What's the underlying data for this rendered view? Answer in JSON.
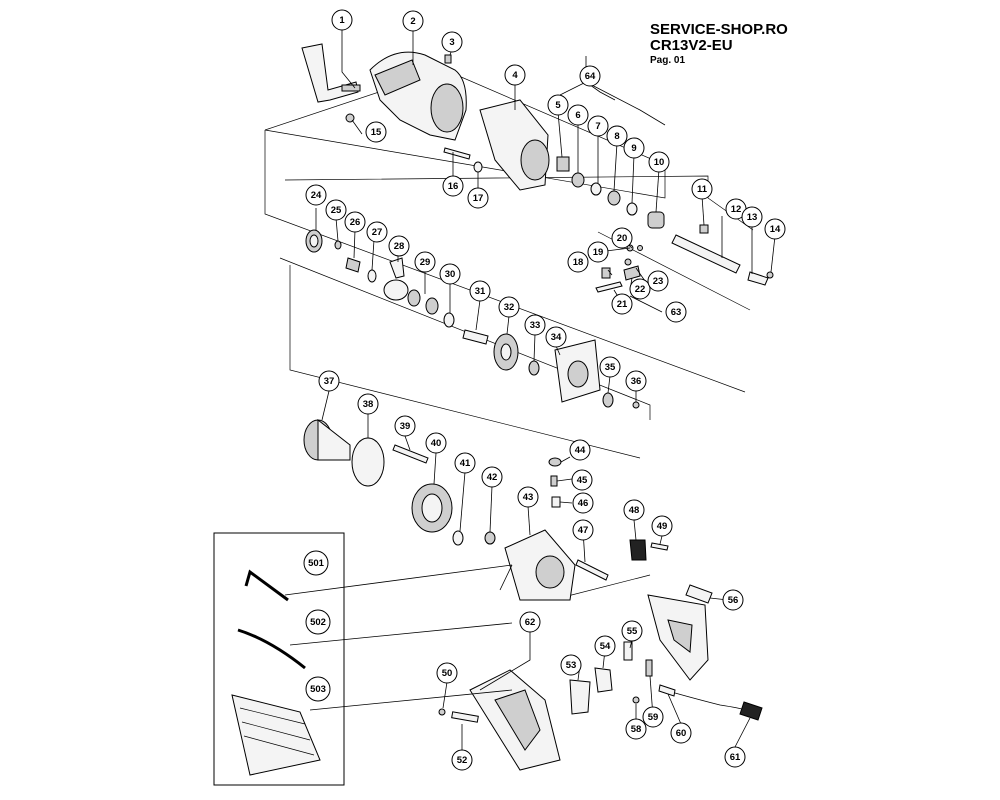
{
  "header": {
    "line1": "SERVICE-SHOP.RO",
    "line2": "CR13V2-EU",
    "line3": "Pag. 01"
  },
  "callouts": [
    "1",
    "2",
    "3",
    "4",
    "5",
    "6",
    "7",
    "8",
    "9",
    "10",
    "11",
    "12",
    "13",
    "14",
    "15",
    "16",
    "17",
    "18",
    "19",
    "20",
    "21",
    "22",
    "23",
    "24",
    "25",
    "26",
    "27",
    "28",
    "29",
    "30",
    "31",
    "32",
    "33",
    "34",
    "35",
    "36",
    "37",
    "38",
    "39",
    "40",
    "41",
    "42",
    "43",
    "44",
    "45",
    "46",
    "47",
    "48",
    "49",
    "50",
    "52",
    "53",
    "54",
    "55",
    "56",
    "58",
    "59",
    "60",
    "61",
    "62",
    "63",
    "64",
    "501",
    "502",
    "503"
  ]
}
